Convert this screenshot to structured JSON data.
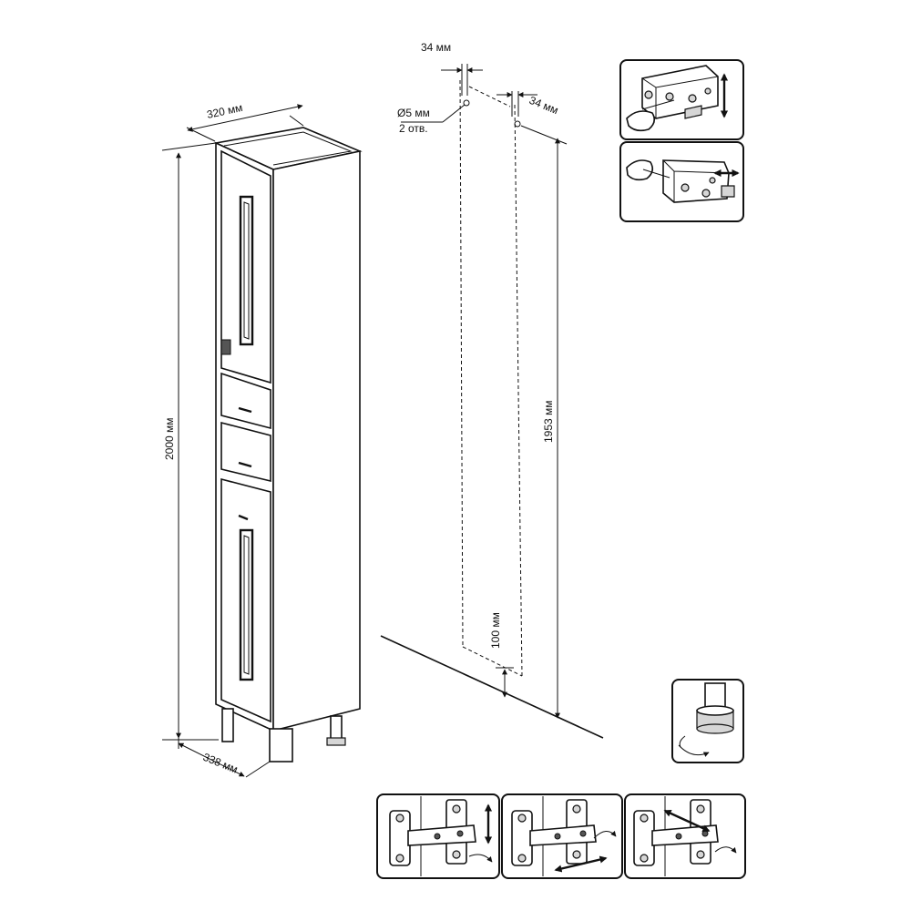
{
  "dimensions": {
    "width_top": "320 мм",
    "height_total": "2000 мм",
    "depth_bottom": "338 мм",
    "hole_offset_left": "34 мм",
    "hole_offset_right": "34 мм",
    "hole_diameter": "Ø5 мм",
    "hole_count": "2 отв.",
    "mount_height": "1953 мм",
    "bottom_offset": "100 мм"
  },
  "icons": {
    "cabinet": "cabinet-icon",
    "wall_holes": "wall-mount-icon",
    "hanger_vertical": "hanger-vertical-adjust-icon",
    "hanger_depth": "hanger-depth-adjust-icon",
    "foot": "foot-adjust-icon",
    "hinge_vertical": "hinge-vertical-adjust-icon",
    "hinge_horizontal": "hinge-horizontal-adjust-icon",
    "hinge_depth": "hinge-depth-adjust-icon"
  }
}
